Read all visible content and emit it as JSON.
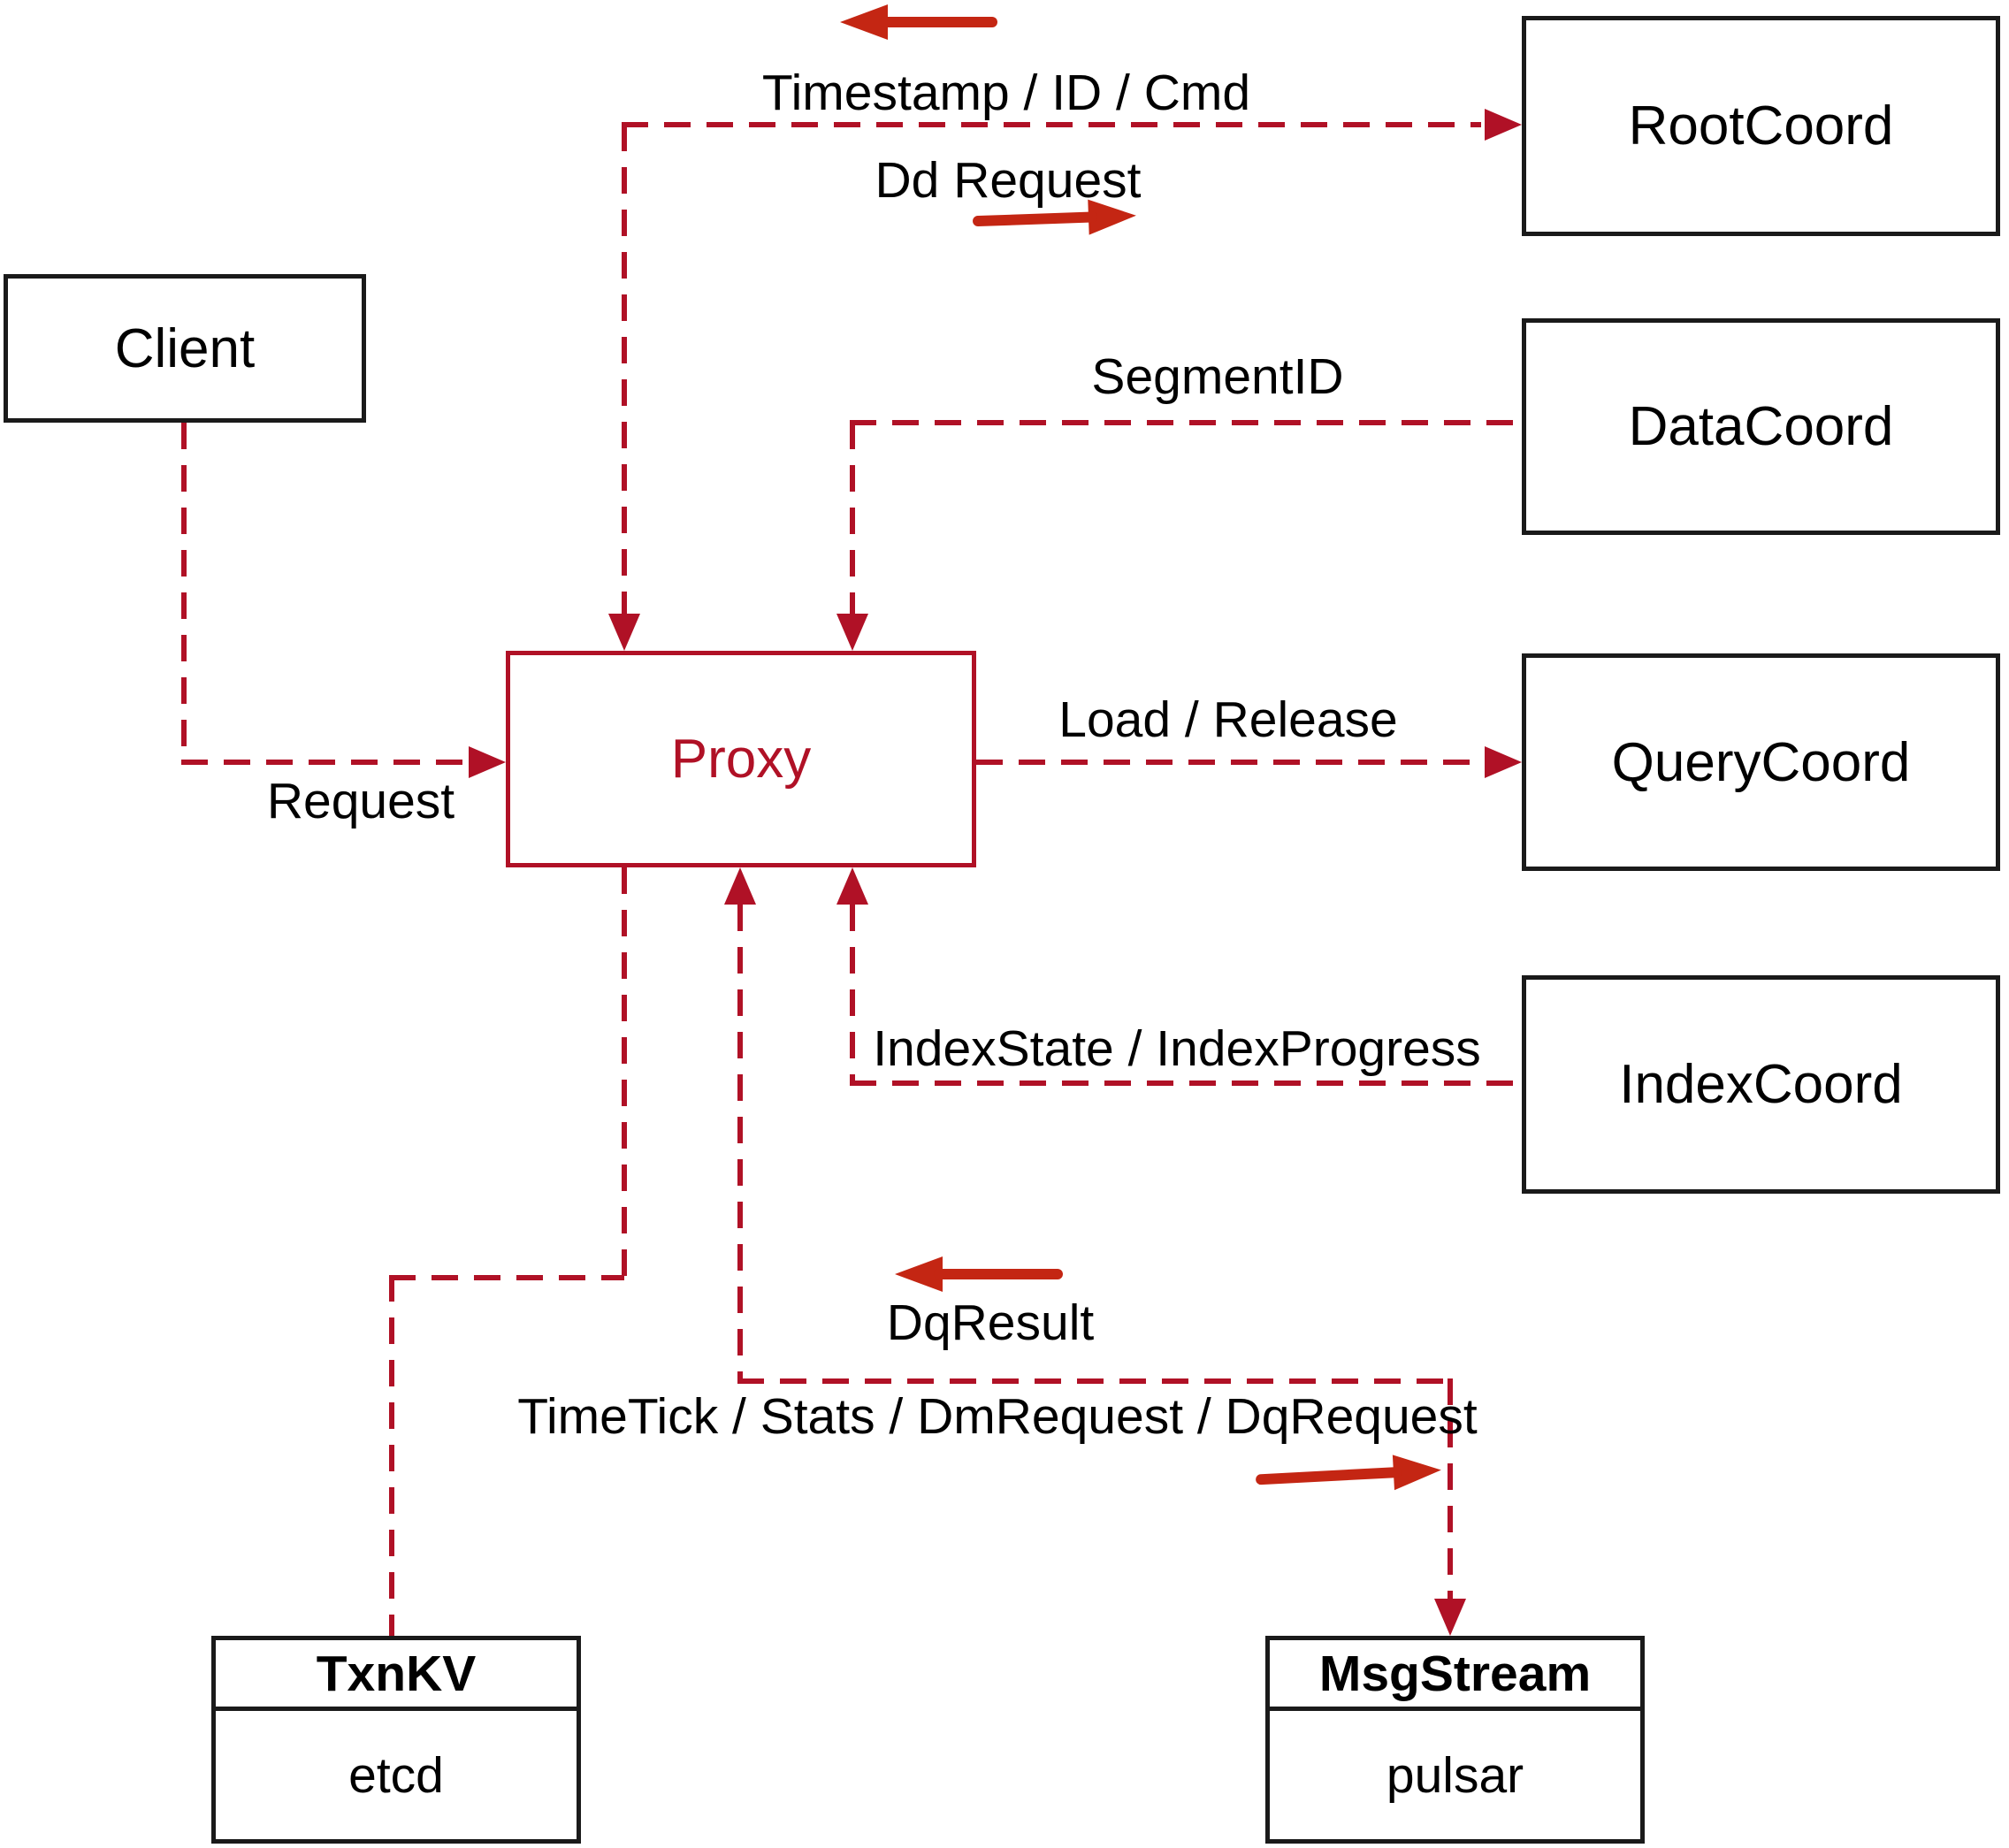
{
  "colors": {
    "line_red": "#b01126",
    "arrow_red": "#c42613",
    "box_border": "#1a1a1a",
    "text": "#000000",
    "background": "#ffffff"
  },
  "nodes": {
    "client": {
      "label": "Client"
    },
    "proxy": {
      "label": "Proxy"
    },
    "root_coord": {
      "label": "RootCoord"
    },
    "data_coord": {
      "label": "DataCoord"
    },
    "query_coord": {
      "label": "QueryCoord"
    },
    "index_coord": {
      "label": "IndexCoord"
    },
    "txn_kv": {
      "title": "TxnKV",
      "subtitle": "etcd"
    },
    "msg_stream": {
      "title": "MsgStream",
      "subtitle": "pulsar"
    }
  },
  "edge_labels": {
    "timestamp_id_cmd": "Timestamp / ID / Cmd",
    "dd_request": "Dd Request",
    "segment_id": "SegmentID",
    "load_release": "Load / Release",
    "index_state_progress": "IndexState / IndexProgress",
    "request": "Request",
    "dq_result": "DqResult",
    "time_tick": "TimeTick / Stats / DmRequest / DqRequest"
  }
}
